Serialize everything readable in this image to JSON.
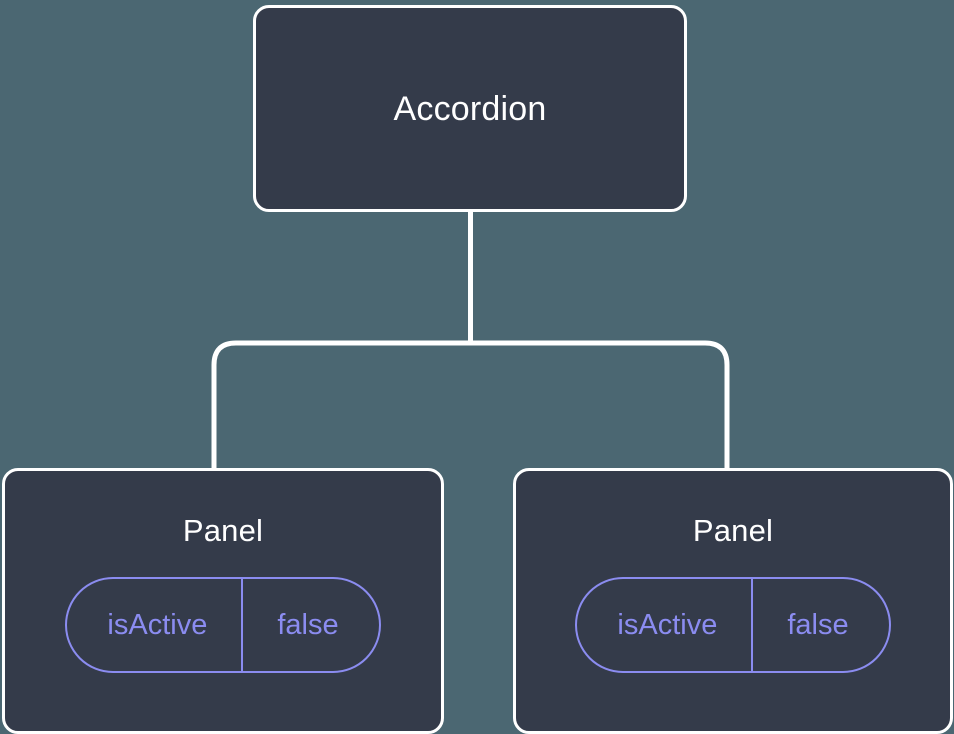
{
  "canvas": {
    "background_color": "#4b6772",
    "node_fill_color": "#343b4a",
    "node_border_color": "#ffffff",
    "connector_color": "#ffffff",
    "accent_color": "#8b8cf0"
  },
  "tree": {
    "root": {
      "title": "Accordion"
    },
    "children": [
      {
        "title": "Panel",
        "state": {
          "key": "isActive",
          "value": "false"
        }
      },
      {
        "title": "Panel",
        "state": {
          "key": "isActive",
          "value": "false"
        }
      }
    ]
  }
}
